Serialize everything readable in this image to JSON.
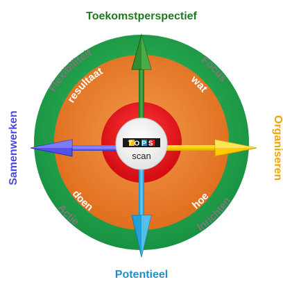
{
  "labels": {
    "top": "Toekomstperspectief",
    "bottom": "Potentieel",
    "left": "Samenwerken",
    "right": "Organiseren"
  },
  "outer_ring": {
    "top_left": "Flexibiliteit",
    "top_right": "Focus",
    "bottom_left": "Actie",
    "bottom_right": "Inrichten"
  },
  "middle_ring": {
    "top_left": "resultaat",
    "top_right": "wat",
    "bottom_left": "doen",
    "bottom_right": "hoe"
  },
  "center": {
    "logo_text": "TOPS",
    "caption": "scan"
  },
  "colors": {
    "outer_ring": "#1fa24a",
    "middle_ring": "#e8782a",
    "inner_ring": "#e3141b",
    "arrow_up": "#2e8b2e",
    "arrow_down": "#23a4dc",
    "arrow_left": "#4a4ae0",
    "arrow_right": "#f2c200",
    "label_top": "#1f7a1f",
    "label_bottom": "#1e8fc8",
    "label_left": "#4a4ae0",
    "label_right": "#f0a500",
    "outer_text": "#777777",
    "middle_text": "#ffffff"
  }
}
